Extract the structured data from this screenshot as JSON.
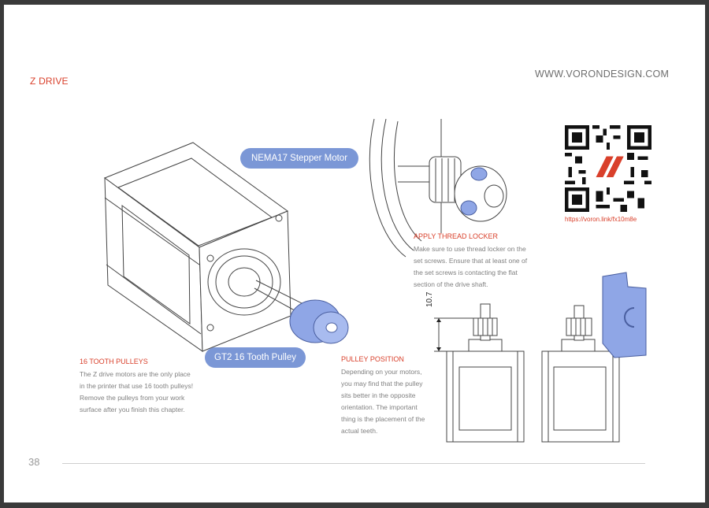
{
  "header": {
    "section_title": "Z DRIVE",
    "website": "WWW.VORONDESIGN.COM"
  },
  "callouts": {
    "motor_label": "NEMA17 Stepper Motor",
    "pulley_label": "GT2 16 Tooth Pulley"
  },
  "thread_locker": {
    "heading": "APPLY THREAD LOCKER",
    "lines": [
      "Make sure to use thread locker on the",
      "set screws. Ensure that at least one of",
      "the set screws is contacting the flat",
      "section of the drive shaft."
    ]
  },
  "pulleys_note": {
    "heading": "16 TOOTH PULLEYS",
    "lines": [
      "The Z drive motors are the only place",
      "in the printer that use 16 tooth pulleys!",
      "Remove the pulleys from your work",
      "surface after you finish this chapter."
    ]
  },
  "pulley_position": {
    "heading": "PULLEY POSITION",
    "lines": [
      "Depending on your motors,",
      "you may find that the pulley",
      "sits better in the opposite",
      "orientation. The important",
      "thing is the placement of the",
      "actual teeth."
    ],
    "dimension": "10.7"
  },
  "qr": {
    "link": "https://voron.link/fx10m8e"
  },
  "footer": {
    "page_number": "38"
  },
  "colors": {
    "accent": "#d9402b",
    "callout": "#7b97d6",
    "part_blue": "#8fa6e6"
  }
}
